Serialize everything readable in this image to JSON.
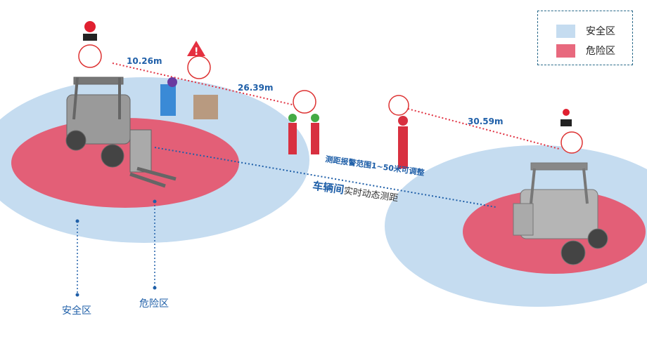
{
  "legend": {
    "items": [
      {
        "label": "安全区",
        "color": "#c5dcf0"
      },
      {
        "label": "危险区",
        "color": "#e8697e"
      }
    ]
  },
  "distances": {
    "d1": "10.26m",
    "d2": "26.39m",
    "d3": "30.59m"
  },
  "notes": {
    "range": "测距报警范围1~50米可调整",
    "vehicle_bold": "车辆间",
    "vehicle_rest": "实时动态测距"
  },
  "zone_labels": {
    "safe": "安全区",
    "danger": "危险区"
  }
}
